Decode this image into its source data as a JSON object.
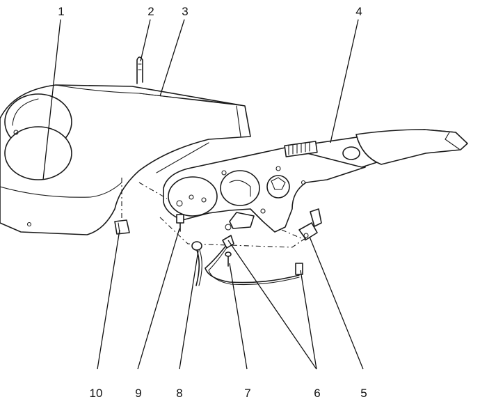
{
  "callouts": [
    {
      "id": "1",
      "label": "1"
    },
    {
      "id": "2",
      "label": "2"
    },
    {
      "id": "3",
      "label": "3"
    },
    {
      "id": "4",
      "label": "4"
    },
    {
      "id": "5",
      "label": "5"
    },
    {
      "id": "6",
      "label": "6"
    },
    {
      "id": "7",
      "label": "7"
    },
    {
      "id": "8",
      "label": "8"
    },
    {
      "id": "9",
      "label": "9"
    },
    {
      "id": "10",
      "label": "10"
    }
  ],
  "icons": {
    "cover": "console-cover-shape",
    "lever": "handbrake-lever-shape",
    "switch": "switch-shape",
    "wire": "wire-harness-shape"
  }
}
